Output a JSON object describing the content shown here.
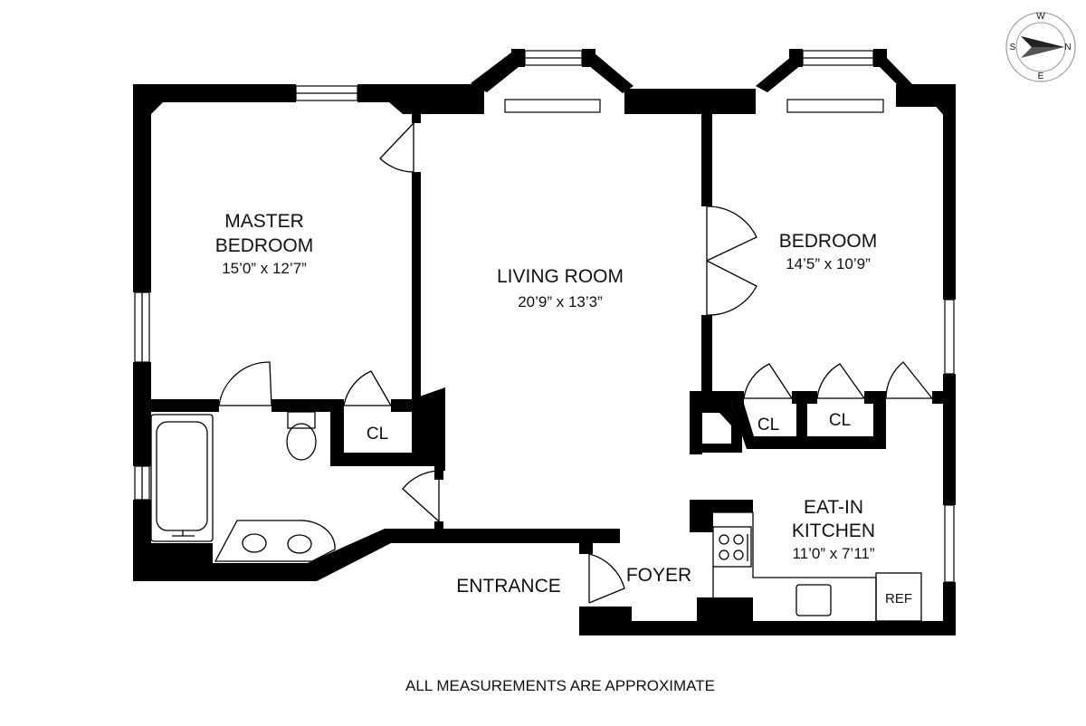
{
  "rooms": {
    "master_bedroom": {
      "line1": "MASTER",
      "line2": "BEDROOM",
      "dim": "15’0” x 12’7”"
    },
    "living_room": {
      "name": "LIVING ROOM",
      "dim": "20’9” x 13’3”"
    },
    "bedroom": {
      "name": "BEDROOM",
      "dim": "14’5” x 10’9”"
    },
    "kitchen": {
      "line1": "EAT-IN",
      "line2": "KITCHEN",
      "dim": "11’0” x 7’11”"
    },
    "foyer": "FOYER",
    "entrance": "ENTRANCE",
    "closet_master": "CL",
    "closet_bed_1": "CL",
    "closet_bed_2": "CL",
    "ref": "REF"
  },
  "compass": {
    "n": "N",
    "s": "S",
    "e": "E",
    "w": "W"
  },
  "footer_note": "ALL MEASUREMENTS ARE APPROXIMATE"
}
